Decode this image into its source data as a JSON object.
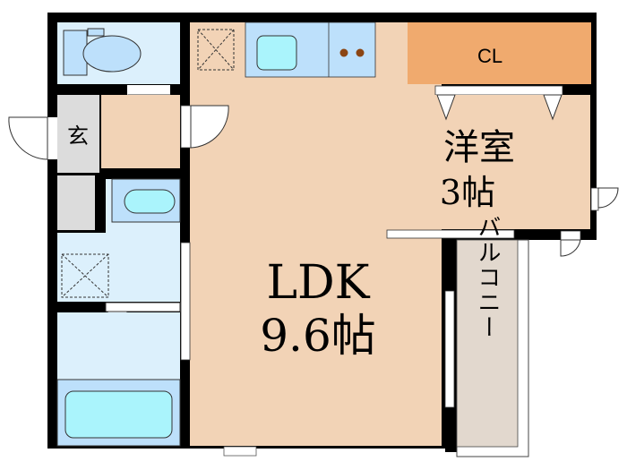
{
  "floorplan": {
    "rooms": {
      "entrance": {
        "label": "玄"
      },
      "ldk": {
        "label": "LDK",
        "size": "9.6帖"
      },
      "western_room": {
        "label": "洋室",
        "size": "3帖"
      },
      "closet": {
        "label": "CL"
      },
      "balcony": {
        "label": "バルコニー"
      }
    },
    "colors": {
      "wall": "#000000",
      "room_floor": "#f2d3b6",
      "wet_area": "#dcf0fc",
      "fixture": "#bde0fb",
      "water": "#aaf4fc",
      "closet": "#f0aa6e",
      "entrance": "#dcdcdc",
      "balcony": "#e2d8ce",
      "stove_burner": "#8b4513"
    }
  }
}
